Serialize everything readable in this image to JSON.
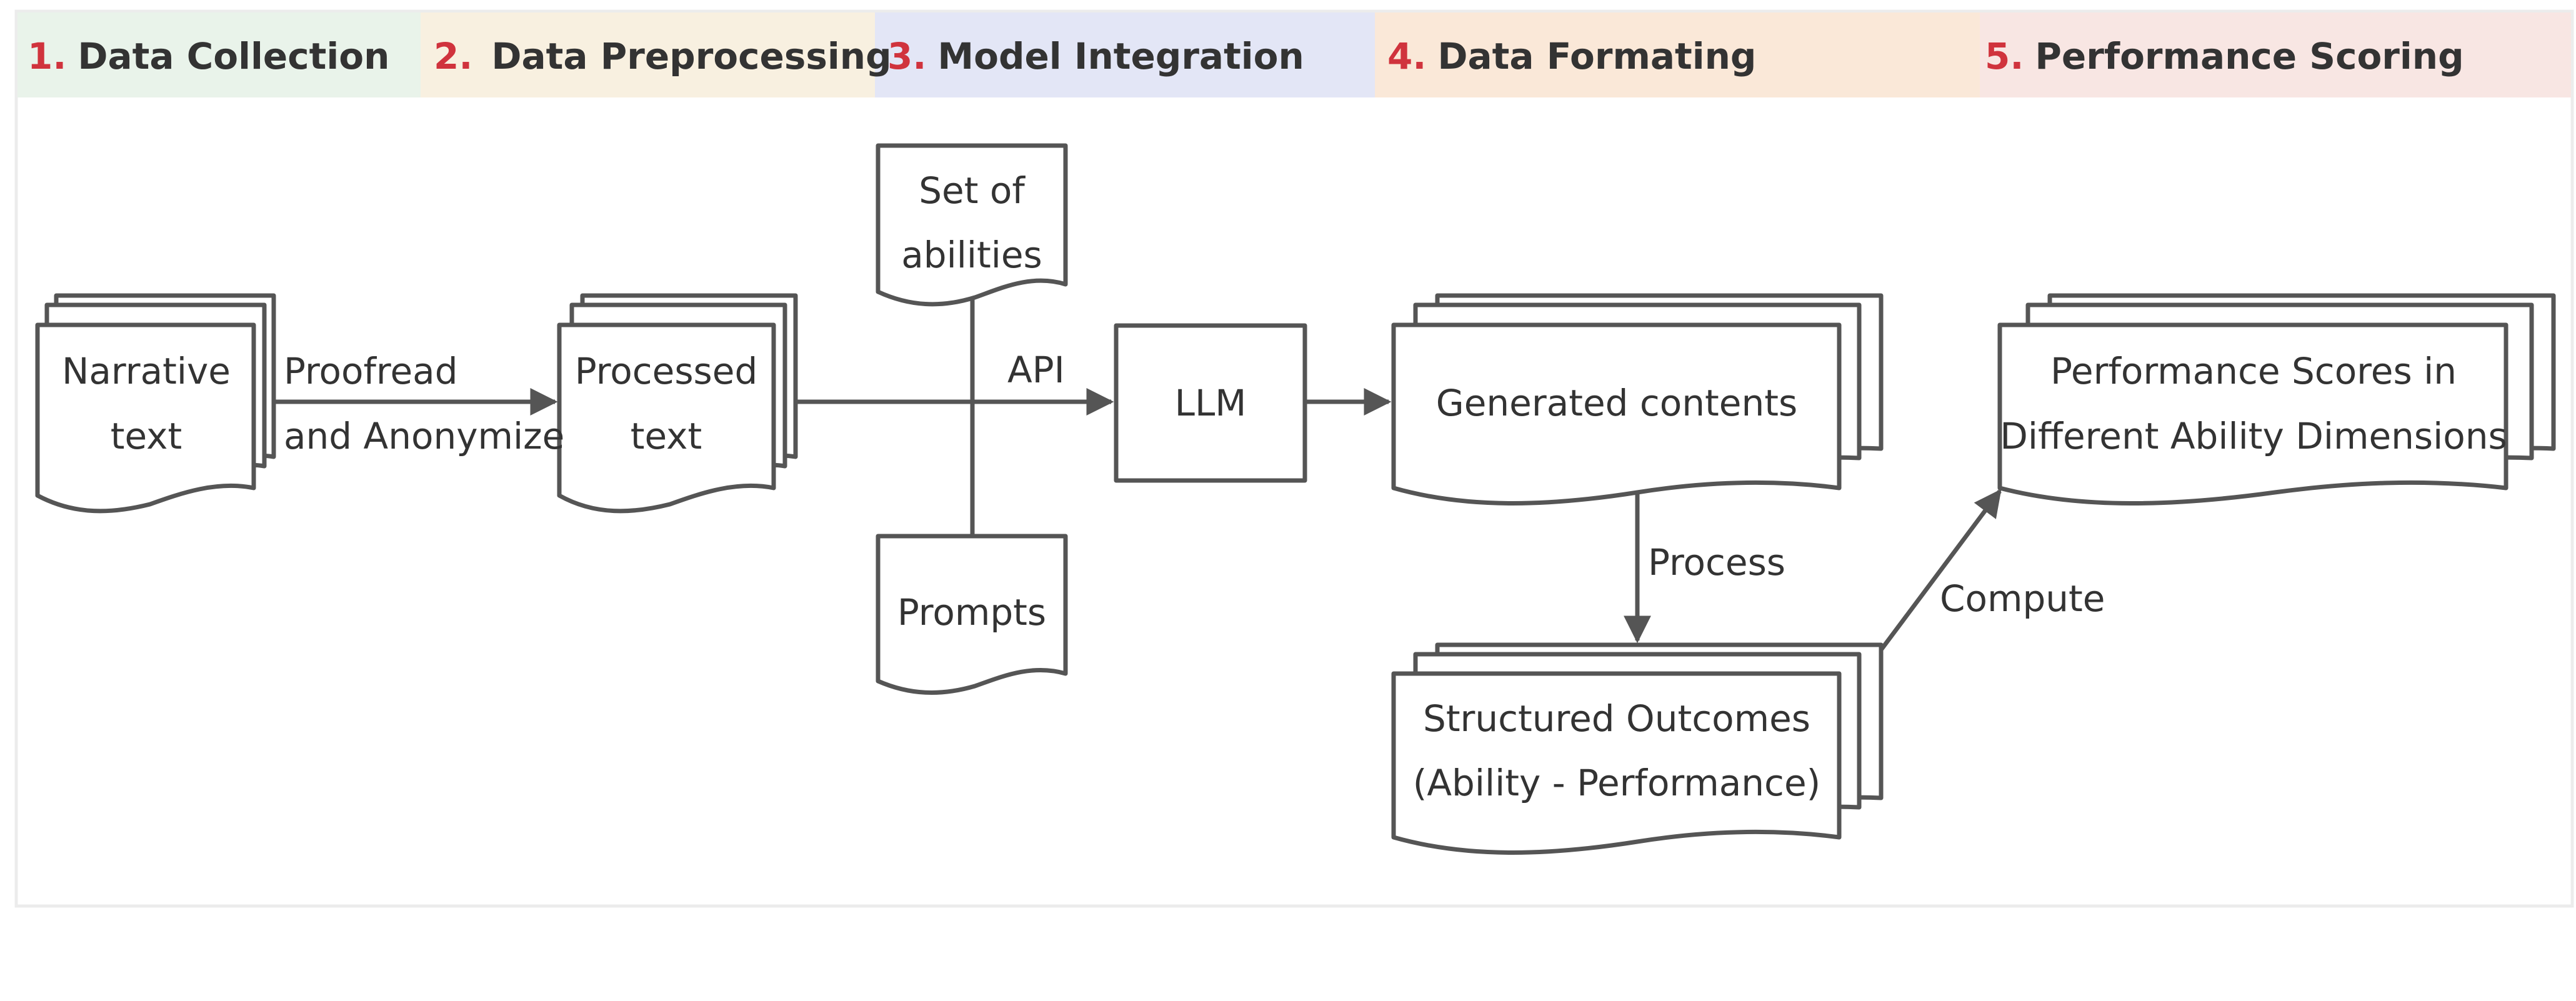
{
  "colors": {
    "stroke": "#555555",
    "text": "#333333",
    "number": "#d0333d",
    "stage1_bg": "#e9f3ea",
    "stage2_bg": "#f8f0e0",
    "stage3_bg": "#e3e6f6",
    "stage4_bg": "#fae8d8",
    "stage5_bg": "#f8e6e3"
  },
  "stages": [
    {
      "number": "1.",
      "title": "Data Collection"
    },
    {
      "number": "2.",
      "title": "Data Preprocessing"
    },
    {
      "number": "3.",
      "title": "Model Integration"
    },
    {
      "number": "4.",
      "title": "Data Formating"
    },
    {
      "number": "5.",
      "title": "Performance Scoring"
    }
  ],
  "nodes": {
    "narrative": [
      "Narrative",
      "text"
    ],
    "processed": [
      "Processed",
      "text"
    ],
    "abilities": [
      "Set of",
      "abilities"
    ],
    "prompts": [
      "Prompts"
    ],
    "llm": [
      "LLM"
    ],
    "generated": [
      "Generated contents"
    ],
    "structured": [
      "Structured Outcomes",
      "(Ability - Performance)"
    ],
    "scores": [
      "Performance Scores in",
      "Different Ability Dimensions"
    ]
  },
  "edges": {
    "proofread": [
      "Proofread",
      "and Anonymize"
    ],
    "api": "API",
    "process": "Process",
    "compute": "Compute"
  }
}
